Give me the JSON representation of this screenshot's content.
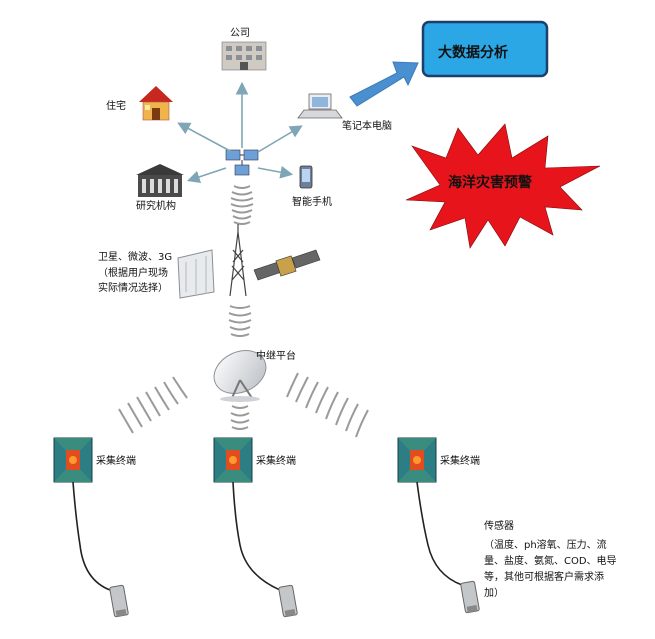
{
  "nodes": {
    "company": "公司",
    "residence": "住宅",
    "research": "研究机构",
    "laptop": "笔记本电脑",
    "phone": "智能手机",
    "bigdata": "大数据分析",
    "warning": "海洋灾害预警",
    "satellite_note": "卫星、微波、3G\n（根据用户现场\n实际情况选择）",
    "relay": "中继平台",
    "collector_1": "采集终端",
    "collector_2": "采集终端",
    "collector_3": "采集终端",
    "sensor_title": "传感器",
    "sensor_desc": "（温度、ph溶氧、压力、流\n量、盐度、氨氮、COD、电导\n等，其他可根据客户需求添\n加）"
  },
  "colors": {
    "arrow": "#7fa6b6",
    "bigdata_fill": "#2aa7e4",
    "warning_fill": "#e8141b",
    "wave": "#9a9a9a"
  }
}
